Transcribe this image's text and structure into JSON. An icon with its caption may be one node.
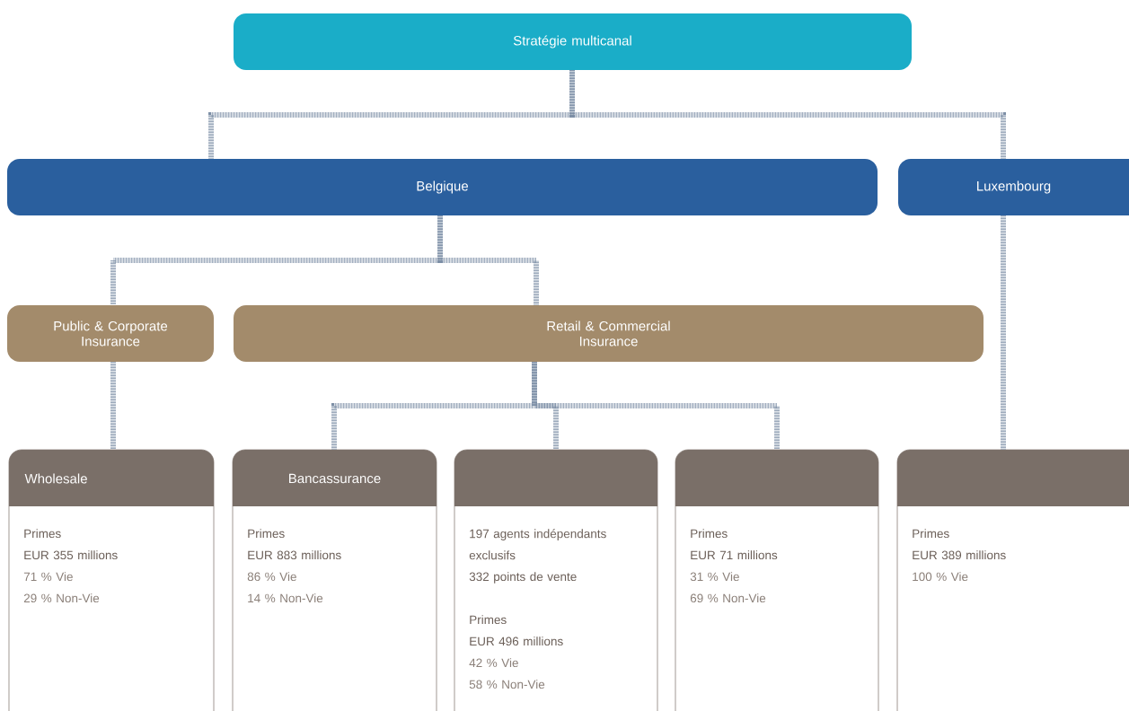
{
  "diagram": {
    "nodes": [
      {
        "text": [
          "Stratégie multicanal"
        ]
      },
      {
        "text": [
          "Belgique"
        ]
      },
      {
        "text": [
          "Luxembourg"
        ]
      },
      {
        "text": [
          "Public & Corporate Insurance"
        ]
      },
      {
        "text": [
          "Retail & Commercial Insurance"
        ]
      },
      {
        "text": [
          "Wholesale",
          "Primes",
          "EUR 355 millions",
          "71 % Vie",
          "29 % Non-Vie"
        ]
      },
      {
        "text": [
          "Bancassurance",
          "Primes",
          "EUR 883 millions",
          "86 % Vie",
          "14 % Non-Vie"
        ]
      },
      {
        "text": [
          "197 agents indépendants exclusifs",
          "332 points de vente",
          "Primes",
          "EUR 496 millions",
          "42 % Vie",
          "58 % Non-Vie"
        ]
      },
      {
        "text": [
          "Primes",
          "EUR 71 millions",
          "31 % Vie",
          "69 % Non-Vie"
        ]
      },
      {
        "text": [
          "Primes",
          "EUR 389 millions",
          "100 % Vie"
        ]
      }
    ],
    "edges": [
      {
        "from": 0,
        "to": 1,
        "arrow": "none"
      },
      {
        "from": 0,
        "to": 2,
        "arrow": "none"
      },
      {
        "from": 1,
        "to": 3,
        "arrow": "none"
      },
      {
        "from": 1,
        "to": 4,
        "arrow": "none"
      },
      {
        "from": 2,
        "to": 9,
        "arrow": "none"
      },
      {
        "from": 3,
        "to": 5,
        "arrow": "none"
      },
      {
        "from": 4,
        "to": 6,
        "arrow": "none"
      },
      {
        "from": 4,
        "to": 7,
        "arrow": "none"
      },
      {
        "from": 4,
        "to": 8,
        "arrow": "none"
      }
    ]
  }
}
